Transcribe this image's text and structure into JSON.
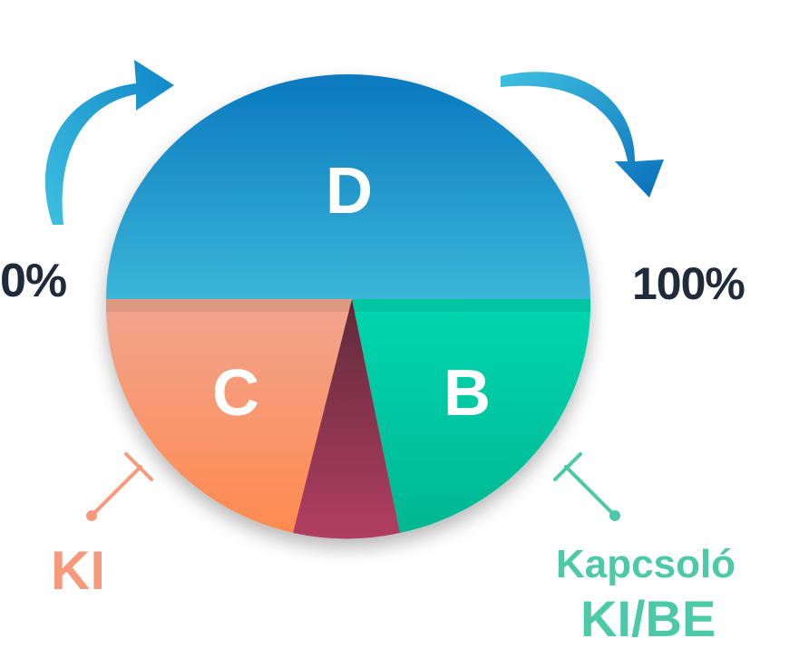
{
  "diagram": {
    "segments": [
      {
        "id": "D",
        "label": "D",
        "color_top": "#0a79bf",
        "color_bottom": "#3bb6d8"
      },
      {
        "id": "B",
        "label": "B",
        "color_top": "#00d7b0",
        "color_bottom": "#00b792"
      },
      {
        "id": "dark",
        "label": "",
        "color_top": "#6b3040",
        "color_bottom": "#b13e63"
      },
      {
        "id": "C",
        "label": "C",
        "color_top": "#f1a58f",
        "color_bottom": "#ff8a4f"
      }
    ],
    "percent_left": "0%",
    "percent_right": "100%",
    "label_off": "KI",
    "label_switch_line1": "Kapcsoló",
    "label_switch_line2": "KI/BE",
    "colors": {
      "text_dark": "#1f2a3a",
      "arrow_left": "#1b9fd0",
      "arrow_right": "#0f7fc3",
      "switch_off": "#f59a7a",
      "switch_onoff": "#4cc9a6"
    }
  }
}
